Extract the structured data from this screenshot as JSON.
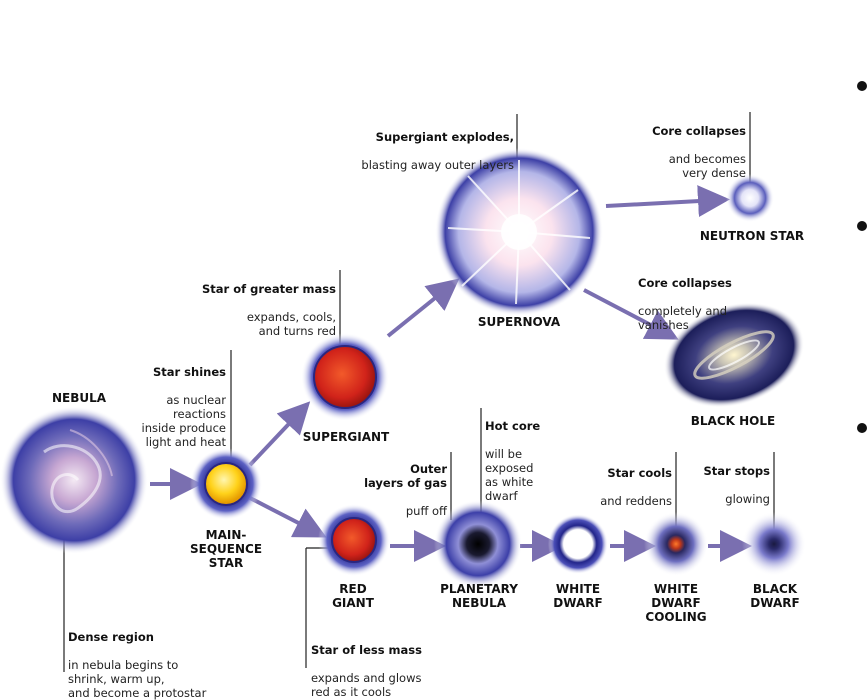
{
  "labels": {
    "nebula": "NEBULA",
    "main_sequence": "MAIN-\nSEQUENCE\nSTAR",
    "supergiant": "SUPERGIANT",
    "red_giant": "RED\nGIANT",
    "supernova": "SUPERNOVA",
    "neutron_star": "NEUTRON STAR",
    "black_hole": "BLACK HOLE",
    "planetary_nebula": "PLANETARY\nNEBULA",
    "white_dwarf": "WHITE\nDWARF",
    "white_dwarf_cooling": "WHITE\nDWARF\nCOOLING",
    "black_dwarf": "BLACK\nDWARF"
  },
  "notes": {
    "dense_region": {
      "title": "Dense region",
      "body": "in nebula begins to\nshrink, warm up,\nand become a protostar"
    },
    "star_shines": {
      "title": "Star shines",
      "body": "as nuclear\nreactions\ninside produce\nlight and heat"
    },
    "greater_mass": {
      "title": "Star of greater mass",
      "body": "expands, cools,\nand turns red"
    },
    "supergiant_explodes": {
      "title": "Supergiant explodes,",
      "body": "blasting away outer layers"
    },
    "core_dense": {
      "title": "Core collapses",
      "body": "and becomes\nvery dense"
    },
    "core_vanishes": {
      "title": "Core collapses",
      "body": "completely and\nvanishes"
    },
    "less_mass": {
      "title": "Star of less mass",
      "body": "expands and glows\nred as it cools"
    },
    "outer_layers": {
      "title": "Outer\nlayers of gas",
      "body": "puff off"
    },
    "hot_core": {
      "title": "Hot core",
      "body": "will be\nexposed\nas white\ndwarf"
    },
    "star_cools": {
      "title": "Star cools",
      "body": "and reddens"
    },
    "star_stops": {
      "title": "Star stops",
      "body": "glowing"
    }
  },
  "colors": {
    "arrow": "#7a6fb0",
    "halo": "#3c3fa8",
    "red_star": "#d8261a",
    "yellow_star": "#ffd21a",
    "bullet": "#111111"
  }
}
